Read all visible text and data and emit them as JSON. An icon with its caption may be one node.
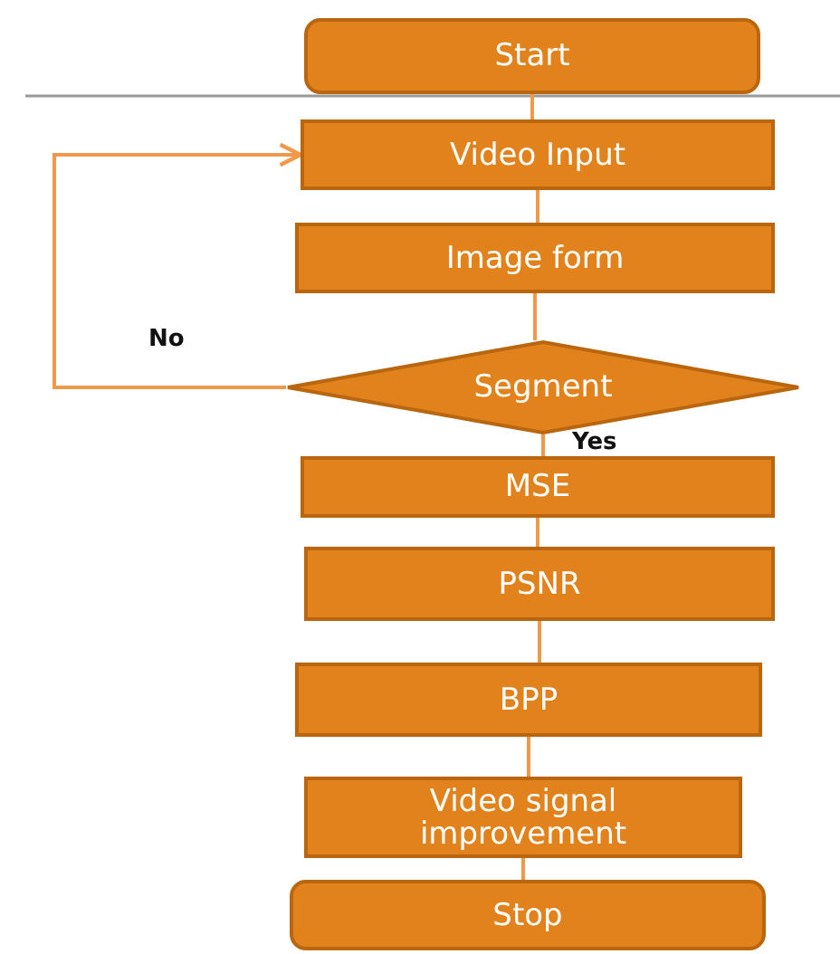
{
  "diagram": {
    "nodes": [
      {
        "text": [
          "Start"
        ]
      },
      {
        "text": [
          "Video Input"
        ]
      },
      {
        "text": [
          "Image form"
        ]
      },
      {
        "text": [
          "Segment"
        ]
      },
      {
        "text": [
          "MSE"
        ]
      },
      {
        "text": [
          "PSNR"
        ]
      },
      {
        "text": [
          "BPP"
        ]
      },
      {
        "text": [
          "Video signal improvement"
        ]
      },
      {
        "text": [
          "Stop"
        ]
      }
    ],
    "edges": [
      {
        "from": 0,
        "to": 1,
        "arrow": "none"
      },
      {
        "from": 1,
        "to": 2,
        "arrow": "none"
      },
      {
        "from": 2,
        "to": 3,
        "arrow": "none"
      },
      {
        "from": 3,
        "to": 1,
        "arrow": "to",
        "label": "No"
      },
      {
        "from": 3,
        "to": 4,
        "arrow": "none",
        "label": "Yes"
      },
      {
        "from": 4,
        "to": 5,
        "arrow": "none"
      },
      {
        "from": 5,
        "to": 6,
        "arrow": "none"
      },
      {
        "from": 6,
        "to": 7,
        "arrow": "none"
      },
      {
        "from": 7,
        "to": 8,
        "arrow": "none"
      }
    ]
  }
}
